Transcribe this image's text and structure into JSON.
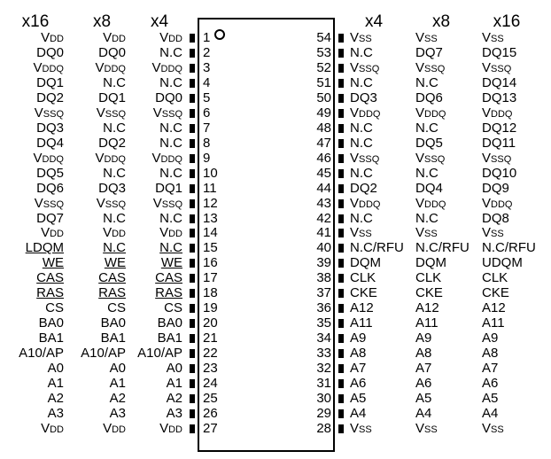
{
  "headers": {
    "left": [
      "x16",
      "x8",
      "x4"
    ],
    "right": [
      "x4",
      "x8",
      "x16"
    ]
  },
  "left_pins": [
    {
      "num": "1",
      "x16": "VDD",
      "x8": "VDD",
      "x4": "VDD"
    },
    {
      "num": "2",
      "x16": "DQ0",
      "x8": "DQ0",
      "x4": "N.C"
    },
    {
      "num": "3",
      "x16": "VDDQ",
      "x8": "VDDQ",
      "x4": "VDDQ"
    },
    {
      "num": "4",
      "x16": "DQ1",
      "x8": "N.C",
      "x4": "N.C"
    },
    {
      "num": "5",
      "x16": "DQ2",
      "x8": "DQ1",
      "x4": "DQ0"
    },
    {
      "num": "6",
      "x16": "VSSQ",
      "x8": "VSSQ",
      "x4": "VSSQ"
    },
    {
      "num": "7",
      "x16": "DQ3",
      "x8": "N.C",
      "x4": "N.C"
    },
    {
      "num": "8",
      "x16": "DQ4",
      "x8": "DQ2",
      "x4": "N.C"
    },
    {
      "num": "9",
      "x16": "VDDQ",
      "x8": "VDDQ",
      "x4": "VDDQ"
    },
    {
      "num": "10",
      "x16": "DQ5",
      "x8": "N.C",
      "x4": "N.C"
    },
    {
      "num": "11",
      "x16": "DQ6",
      "x8": "DQ3",
      "x4": "DQ1"
    },
    {
      "num": "12",
      "x16": "VSSQ",
      "x8": "VSSQ",
      "x4": "VSSQ"
    },
    {
      "num": "13",
      "x16": "DQ7",
      "x8": "N.C",
      "x4": "N.C"
    },
    {
      "num": "14",
      "x16": "VDD",
      "x8": "VDD",
      "x4": "VDD"
    },
    {
      "num": "15",
      "x16": "LDQM",
      "x8": "N.C",
      "x4": "N.C"
    },
    {
      "num": "16",
      "x16": "WE",
      "x8": "WE",
      "x4": "WE"
    },
    {
      "num": "17",
      "x16": "CAS",
      "x8": "CAS",
      "x4": "CAS"
    },
    {
      "num": "18",
      "x16": "RAS",
      "x8": "RAS",
      "x4": "RAS"
    },
    {
      "num": "19",
      "x16": "CS",
      "x8": "CS",
      "x4": "CS"
    },
    {
      "num": "20",
      "x16": "BA0",
      "x8": "BA0",
      "x4": "BA0"
    },
    {
      "num": "21",
      "x16": "BA1",
      "x8": "BA1",
      "x4": "BA1"
    },
    {
      "num": "22",
      "x16": "A10/AP",
      "x8": "A10/AP",
      "x4": "A10/AP"
    },
    {
      "num": "23",
      "x16": "A0",
      "x8": "A0",
      "x4": "A0"
    },
    {
      "num": "24",
      "x16": "A1",
      "x8": "A1",
      "x4": "A1"
    },
    {
      "num": "25",
      "x16": "A2",
      "x8": "A2",
      "x4": "A2"
    },
    {
      "num": "26",
      "x16": "A3",
      "x8": "A3",
      "x4": "A3"
    },
    {
      "num": "27",
      "x16": "VDD",
      "x8": "VDD",
      "x4": "VDD"
    }
  ],
  "right_pins": [
    {
      "num": "54",
      "x4": "VSS",
      "x8": "VSS",
      "x16": "VSS"
    },
    {
      "num": "53",
      "x4": "N.C",
      "x8": "DQ7",
      "x16": "DQ15"
    },
    {
      "num": "52",
      "x4": "VSSQ",
      "x8": "VSSQ",
      "x16": "VSSQ"
    },
    {
      "num": "51",
      "x4": "N.C",
      "x8": "N.C",
      "x16": "DQ14"
    },
    {
      "num": "50",
      "x4": "DQ3",
      "x8": "DQ6",
      "x16": "DQ13"
    },
    {
      "num": "49",
      "x4": "VDDQ",
      "x8": "VDDQ",
      "x16": "VDDQ"
    },
    {
      "num": "48",
      "x4": "N.C",
      "x8": "N.C",
      "x16": "DQ12"
    },
    {
      "num": "47",
      "x4": "N.C",
      "x8": "DQ5",
      "x16": "DQ11"
    },
    {
      "num": "46",
      "x4": "VSSQ",
      "x8": "VSSQ",
      "x16": "VSSQ"
    },
    {
      "num": "45",
      "x4": "N.C",
      "x8": "N.C",
      "x16": "DQ10"
    },
    {
      "num": "44",
      "x4": "DQ2",
      "x8": "DQ4",
      "x16": "DQ9"
    },
    {
      "num": "43",
      "x4": "VDDQ",
      "x8": "VDDQ",
      "x16": "VDDQ"
    },
    {
      "num": "42",
      "x4": "N.C",
      "x8": "N.C",
      "x16": "DQ8"
    },
    {
      "num": "41",
      "x4": "VSS",
      "x8": "VSS",
      "x16": "VSS"
    },
    {
      "num": "40",
      "x4": "N.C/RFU",
      "x8": "N.C/RFU",
      "x16": "N.C/RFU"
    },
    {
      "num": "39",
      "x4": "DQM",
      "x8": "DQM",
      "x16": "UDQM"
    },
    {
      "num": "38",
      "x4": "CLK",
      "x8": "CLK",
      "x16": "CLK"
    },
    {
      "num": "37",
      "x4": "CKE",
      "x8": "CKE",
      "x16": "CKE"
    },
    {
      "num": "36",
      "x4": "A12",
      "x8": "A12",
      "x16": "A12"
    },
    {
      "num": "35",
      "x4": "A11",
      "x8": "A11",
      "x16": "A11"
    },
    {
      "num": "34",
      "x4": "A9",
      "x8": "A9",
      "x16": "A9"
    },
    {
      "num": "33",
      "x4": "A8",
      "x8": "A8",
      "x16": "A8"
    },
    {
      "num": "32",
      "x4": "A7",
      "x8": "A7",
      "x16": "A7"
    },
    {
      "num": "31",
      "x4": "A6",
      "x8": "A6",
      "x16": "A6"
    },
    {
      "num": "30",
      "x4": "A5",
      "x8": "A5",
      "x16": "A5"
    },
    {
      "num": "29",
      "x4": "A4",
      "x8": "A4",
      "x16": "A4"
    },
    {
      "num": "28",
      "x4": "VSS",
      "x8": "VSS",
      "x16": "VSS"
    }
  ]
}
